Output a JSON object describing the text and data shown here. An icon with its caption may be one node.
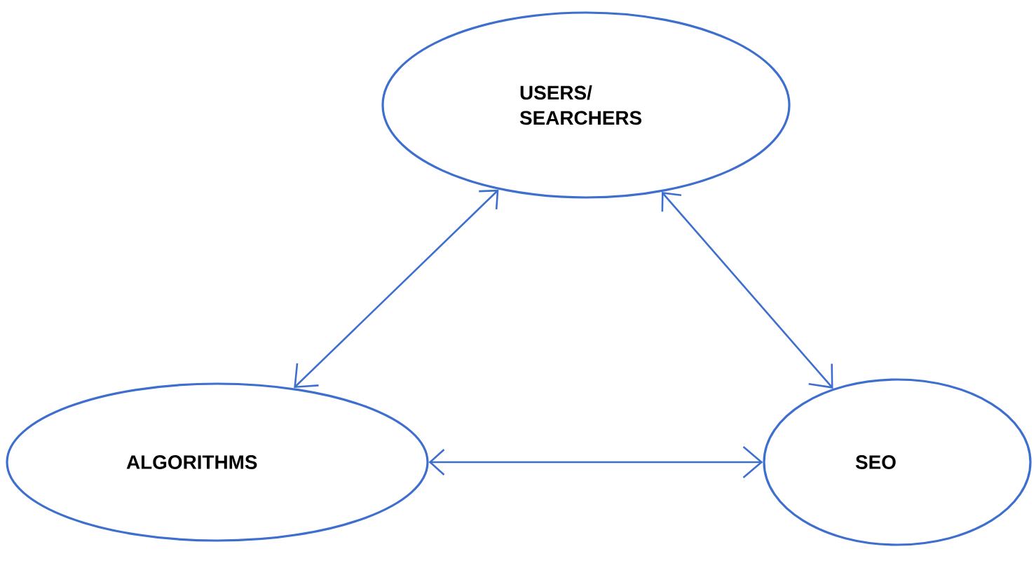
{
  "diagram": {
    "nodes": [
      {
        "text": [
          "USERS/ SEARCHERS"
        ]
      },
      {
        "text": [
          "ALGORITHMS"
        ]
      },
      {
        "text": [
          "SEO"
        ]
      }
    ],
    "edges": [
      {
        "from": 0,
        "to": 1,
        "arrow": "both"
      },
      {
        "from": 0,
        "to": 2,
        "arrow": "both"
      },
      {
        "from": 1,
        "to": 2,
        "arrow": "both"
      }
    ]
  }
}
